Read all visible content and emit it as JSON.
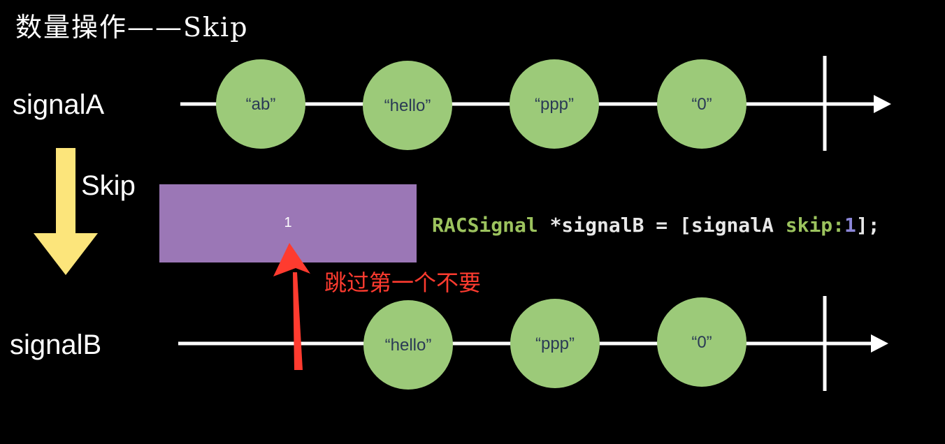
{
  "title": "数量操作——Skip",
  "signal_a": {
    "label": "signalA",
    "values": [
      "“ab”",
      "“hello”",
      "“ppp”",
      "“0”"
    ]
  },
  "operator": {
    "label": "Skip",
    "param": "1"
  },
  "code": {
    "class_name": "RACSignal",
    "part1": " *signalB = [signalA ",
    "method": "skip:",
    "arg": "1",
    "part2": "];"
  },
  "annotation": "跳过第一个不要",
  "signal_b": {
    "label": "signalB",
    "values": [
      "“hello”",
      "“ppp”",
      "“0”"
    ]
  },
  "colors": {
    "marble": "#9cca79",
    "operator_box": "#9b77b6",
    "transform_arrow": "#fce57b",
    "annotation": "#ff3b2f",
    "timeline": "#ffffff"
  }
}
